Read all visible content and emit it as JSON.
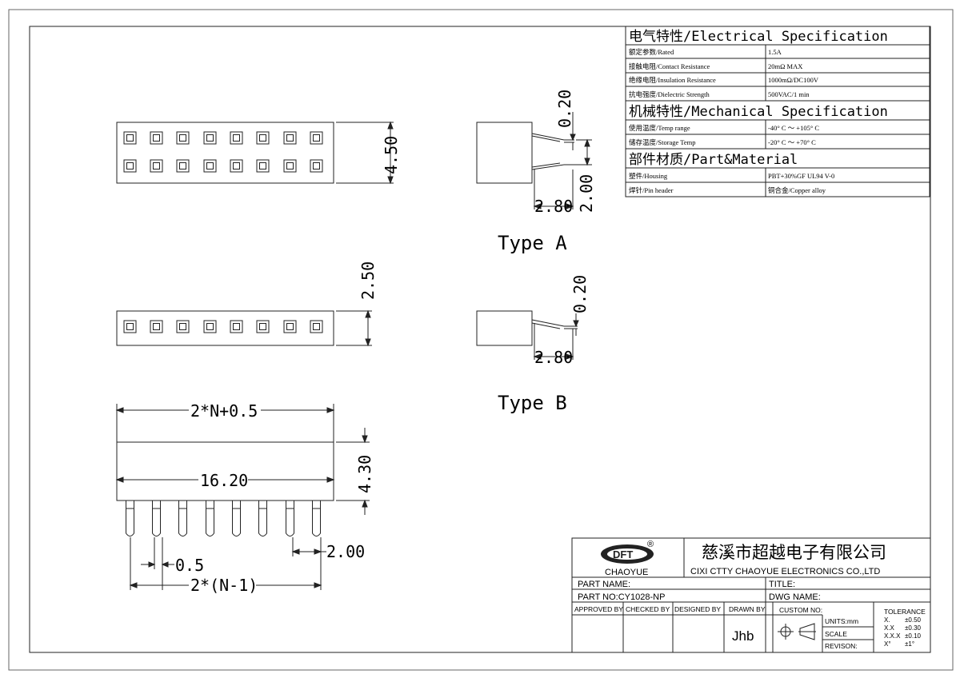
{
  "spec_table": {
    "electrical_header": "电气特性/Electrical Specification",
    "rows_electrical": [
      {
        "label": "额定参数/Rated",
        "value": "1.5A"
      },
      {
        "label": "接触电阻/Contact Resistance",
        "value": "20mΩ MAX"
      },
      {
        "label": "绝缘电阻/Insulation Resistance",
        "value": "1000mΩ/DC100V"
      },
      {
        "label": "抗电强度/Dielectric Strength",
        "value": "500VAC/1 min"
      }
    ],
    "mechanical_header": "机械特性/Mechanical Specification",
    "rows_mechanical": [
      {
        "label": "使用温度/Temp range",
        "value": "-40° C ～ +105° C"
      },
      {
        "label": "储存温度/Storage Temp",
        "value": "-20° C ～ +70° C"
      }
    ],
    "material_header": "部件材质/Part&Material",
    "rows_material": [
      {
        "label": "塑件/Housing",
        "value": "PBT+30%GF  UL94  V-0"
      },
      {
        "label": "焊针/Pin header",
        "value": "铜合金/Copper alloy"
      }
    ]
  },
  "dimensions": {
    "top_height": "4.50",
    "typeA_top": "0.20",
    "typeA_side": "2.00",
    "typeA_bottom": "2.80",
    "mid_height": "2.50",
    "typeB_top": "0.20",
    "typeB_bottom": "2.80",
    "overall_width": "2*N+0.5",
    "body_width": "16.20",
    "bottom_height": "4.30",
    "pin_pitch": "2.00",
    "pin_width": "0.5",
    "pin_span": "2*(N-1)"
  },
  "labels": {
    "type_a": "Type A",
    "type_b": "Type B"
  },
  "title_block": {
    "company_cn": "慈溪市超越电子有限公司",
    "company_en": "CIXI CTTY CHAOYUE ELECTRONICS CO.,LTD",
    "logo_text": "CHAOYUE",
    "logo_mark": "®",
    "part_name": "PART NAME:",
    "title": "TITLE:",
    "part_no": "PART NO:CY1028-NP",
    "dwg_name": "DWG NAME:",
    "approved_by": "APPROVED BY",
    "checked_by": "CHECKED BY",
    "designed_by": "DESIGNED BY",
    "drawn_by": "DRAWN BY",
    "custom_no": "CUSTOM NO:",
    "drawn_value": "Jhb",
    "units": "UNITS:mm",
    "scale": "SCALE",
    "revision": "REVISON:",
    "tolerance_title": "TOLERANCE",
    "tolerance_rows": [
      {
        "k": "X.",
        "v": "±0.50"
      },
      {
        "k": "X.X",
        "v": "±0.30"
      },
      {
        "k": "X.X.X",
        "v": "±0.10"
      },
      {
        "k": "X°",
        "v": "±1°"
      }
    ]
  },
  "colors": {
    "line": "#222222",
    "background": "#ffffff"
  }
}
